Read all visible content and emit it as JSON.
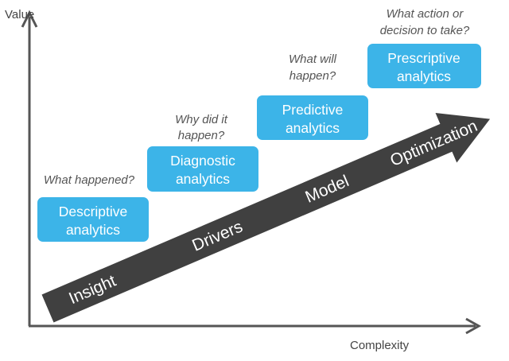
{
  "axes": {
    "y_label": "Value",
    "x_label": "Complexity"
  },
  "arrow_labels": [
    "Insight",
    "Drivers",
    "Model",
    "Optimization"
  ],
  "stages": [
    {
      "question": [
        "What happened?"
      ],
      "title": [
        "Descriptive",
        "analytics"
      ]
    },
    {
      "question": [
        "Why did it",
        "happen?"
      ],
      "title": [
        "Diagnostic",
        "analytics"
      ]
    },
    {
      "question": [
        "What will",
        "happen?"
      ],
      "title": [
        "Predictive",
        "analytics"
      ]
    },
    {
      "question": [
        "What action or",
        "decision to take?"
      ],
      "title": [
        "Prescriptive",
        "analytics"
      ]
    }
  ],
  "colors": {
    "box": "#3cb4e8",
    "arrow": "#404040",
    "axis": "#555555"
  }
}
